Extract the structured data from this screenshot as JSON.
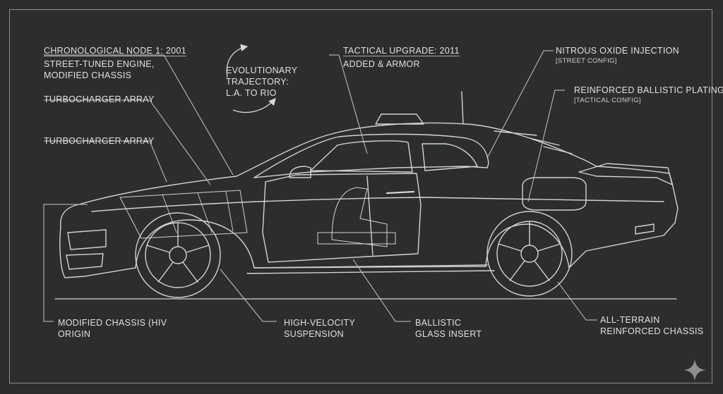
{
  "labels": {
    "node1_title": "CHRONOLOGICAL NODE 1: 2001",
    "node1_line1": "STREET-TUNED ENGINE,",
    "node1_line2": "MODIFIED CHASSIS",
    "turbo1": "TURBOCHARGER ARRAY",
    "turbo2": "TURBOCHARGER ARRAY",
    "traj_line1": "EVOLUTIONARY",
    "traj_line2": "TRAJECTORY:",
    "traj_line3": "L.A. TO RIO",
    "tactical_title": "TACTICAL UPGRADE: 2011",
    "tactical_sub": "ADDED & ARMOR",
    "nitrous_title": "NITROUS OXIDE INJECTION",
    "nitrous_sub": "[STREET CONFIG]",
    "ballistic_plating_title": "REINFORCED BALLISTIC PLATING",
    "ballistic_plating_sub": "[TACTICAL CONFIG]",
    "chassis_line1": "MODIFIED CHASSIS (HIV",
    "chassis_line2": "ORIGIN",
    "suspension_line1": "HIGH-VELOCITY",
    "suspension_line2": "SUSPENSION",
    "glass_line1": "BALLISTIC",
    "glass_line2": "GLASS INSERT",
    "terrain_line1": "ALL-TERRAIN",
    "terrain_line2": "REINFORCED CHASSIS"
  },
  "colors": {
    "background": "#2b2d2e",
    "line": "#d6d6d2",
    "accent": "#e6e6e2"
  },
  "icons": {
    "corner": "sparkle-icon",
    "trajectory": "curved-arrows-icon"
  }
}
